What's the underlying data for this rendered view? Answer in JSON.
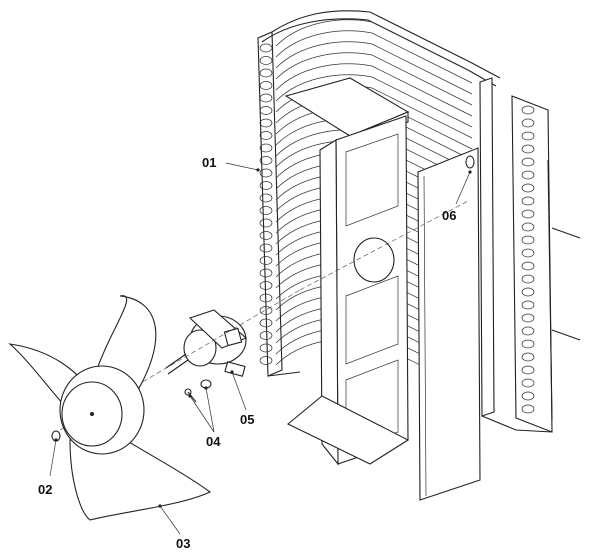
{
  "parts": [
    {
      "id": "coil",
      "callout": "01"
    },
    {
      "id": "nut",
      "callout": "02"
    },
    {
      "id": "fan-blade",
      "callout": "03"
    },
    {
      "id": "screw-washer",
      "callout": "04"
    },
    {
      "id": "motor",
      "callout": "05"
    },
    {
      "id": "mount-clip",
      "callout": "06"
    }
  ]
}
